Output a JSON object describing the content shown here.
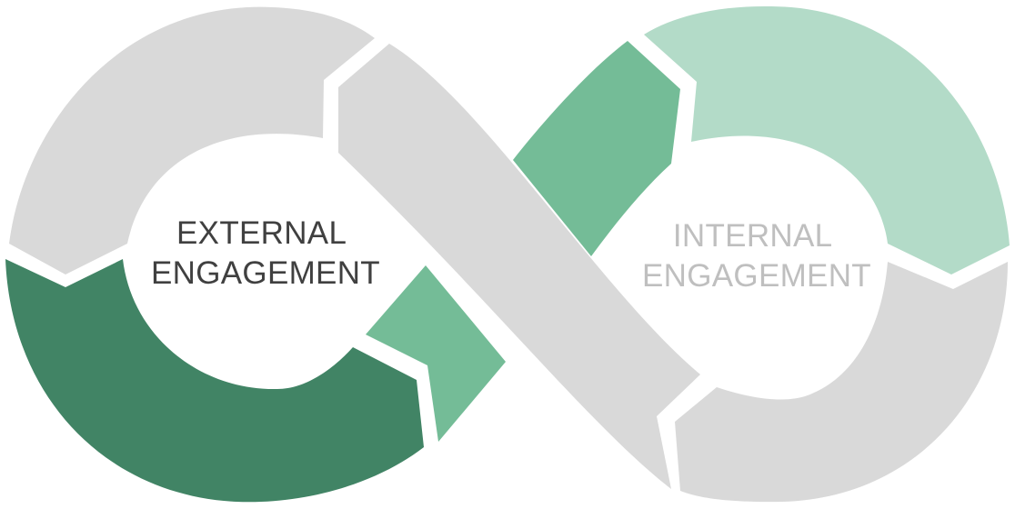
{
  "left_loop": {
    "label_line1": "EXTERNAL",
    "label_line2": "ENGAGEMENT",
    "label_color": "#404040"
  },
  "right_loop": {
    "label_line1": "INTERNAL",
    "label_line2": "ENGAGEMENT",
    "label_color": "#bfbfbf"
  },
  "colors": {
    "grey_segment": "#d9d9d9",
    "dark_green": "#418465",
    "mid_green": "#74bc97",
    "light_green": "#b3dbc8"
  }
}
